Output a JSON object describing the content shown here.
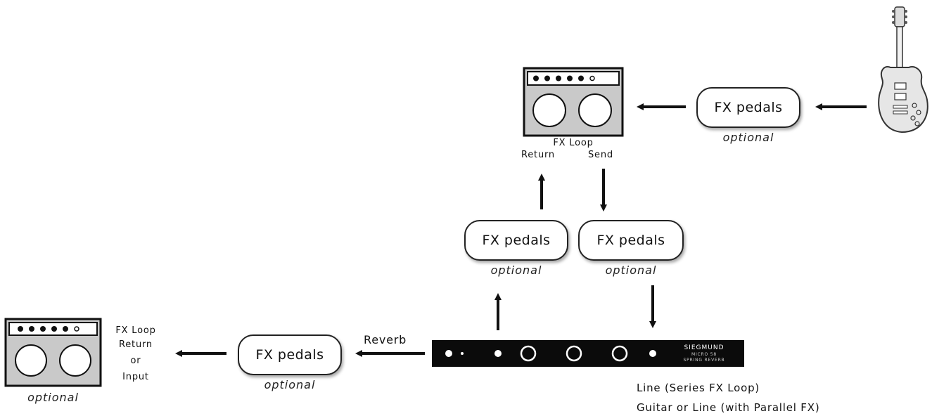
{
  "pedals": {
    "top_right": {
      "label": "FX pedals",
      "note": "optional"
    },
    "mid_left": {
      "label": "FX pedals",
      "note": "optional"
    },
    "mid_right": {
      "label": "FX pedals",
      "note": "optional"
    },
    "bottom_left": {
      "label": "FX pedals",
      "note": "optional"
    }
  },
  "top_amp": {
    "fx_loop_label": "FX Loop",
    "return_label": "Return",
    "send_label": "Send"
  },
  "left_amp": {
    "line1": "FX Loop",
    "line2": "Return",
    "line3": "or",
    "line4": "Input",
    "note": "optional"
  },
  "reverb_unit": {
    "output_label": "Reverb",
    "brand_line1": "SIEGMUND",
    "brand_line2": "MICRO 58",
    "brand_line3": "SPRING REVERB"
  },
  "bottom_notes": {
    "line1": "Line  (Series FX Loop)",
    "line2": "Guitar or Line  (with Parallel FX)"
  },
  "icons": [
    "guitar-icon",
    "amplifier-icon",
    "arrow-icon",
    "reverb-unit-icon"
  ]
}
